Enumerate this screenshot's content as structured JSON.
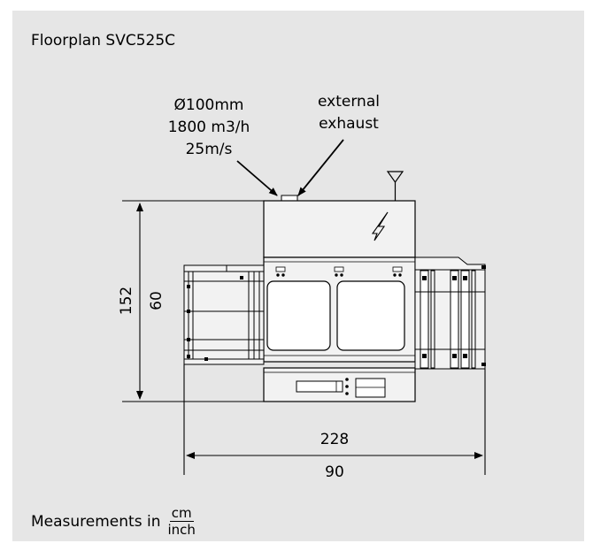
{
  "title": "Floorplan SVC525C",
  "callouts": {
    "diameter": "Ø100mm",
    "airflow": "1800 m3/h",
    "velocity": "25m/s",
    "exhaust_line1": "external",
    "exhaust_line2": "exhaust"
  },
  "dimensions": {
    "depth_cm": "152",
    "depth_inch": "60",
    "width_cm": "228",
    "width_inch": "90"
  },
  "footer": {
    "prefix": "Measurements in",
    "numerator": "cm",
    "denominator": "inch"
  },
  "colors": {
    "panel_background": "#e6e6e6",
    "line": "#000000",
    "machine_fill": "#f2f2f2"
  }
}
